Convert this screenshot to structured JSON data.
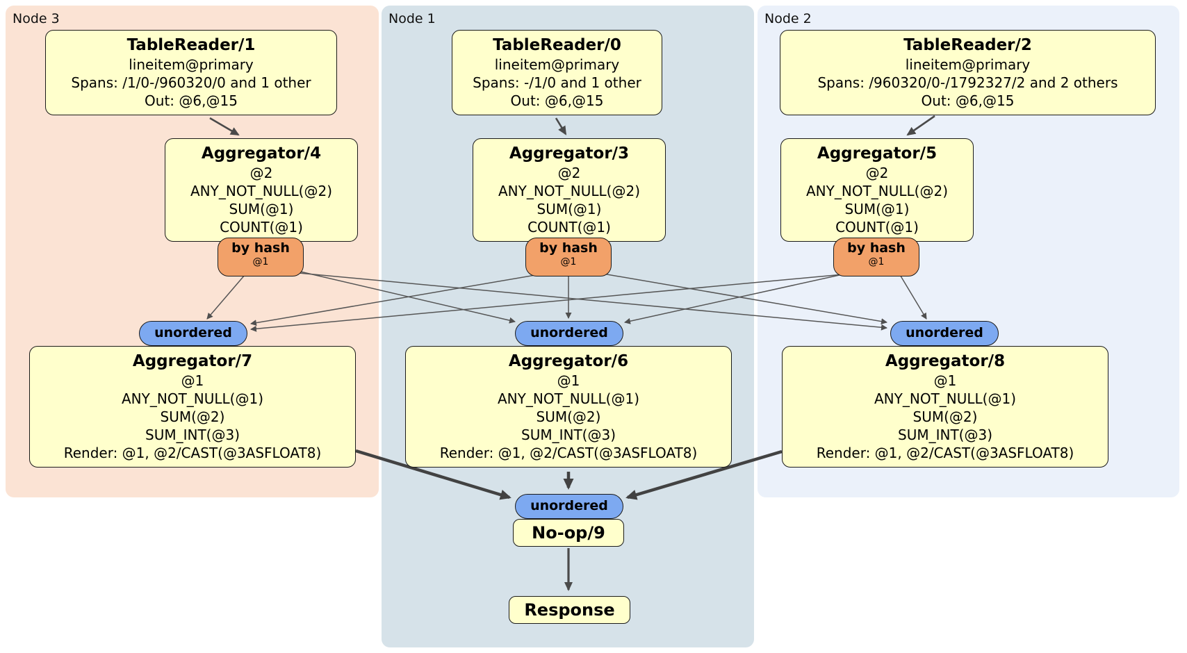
{
  "colors": {
    "processor_fill": "#ffffcc",
    "router_fill": "#f2a169",
    "sync_fill": "#7da9f1",
    "node3_region_fill": "#fbe3d4",
    "node1_region_fill": "#d6e2e9",
    "node2_region_fill": "#ebf1fa",
    "edge_color": "#4f4f4f"
  },
  "regions": {
    "node3": {
      "label": "Node 3"
    },
    "node1": {
      "label": "Node 1"
    },
    "node2": {
      "label": "Node 2"
    }
  },
  "processors": {
    "tr1": {
      "title": "TableReader/1",
      "lines": [
        "lineitem@primary",
        "Spans: /1/0-/960320/0 and 1 other",
        "Out: @6,@15"
      ]
    },
    "tr0": {
      "title": "TableReader/0",
      "lines": [
        "lineitem@primary",
        "Spans: -/1/0 and 1 other",
        "Out: @6,@15"
      ]
    },
    "tr2": {
      "title": "TableReader/2",
      "lines": [
        "lineitem@primary",
        "Spans: /960320/0-/1792327/2 and 2 others",
        "Out: @6,@15"
      ]
    },
    "agg4": {
      "title": "Aggregator/4",
      "lines": [
        "@2",
        "ANY_NOT_NULL(@2)",
        "SUM(@1)",
        "COUNT(@1)"
      ]
    },
    "agg3": {
      "title": "Aggregator/3",
      "lines": [
        "@2",
        "ANY_NOT_NULL(@2)",
        "SUM(@1)",
        "COUNT(@1)"
      ]
    },
    "agg5": {
      "title": "Aggregator/5",
      "lines": [
        "@2",
        "ANY_NOT_NULL(@2)",
        "SUM(@1)",
        "COUNT(@1)"
      ]
    },
    "agg7": {
      "title": "Aggregator/7",
      "lines": [
        "@1",
        "ANY_NOT_NULL(@1)",
        "SUM(@2)",
        "SUM_INT(@3)",
        "Render: @1, @2/CAST(@3ASFLOAT8)"
      ]
    },
    "agg6": {
      "title": "Aggregator/6",
      "lines": [
        "@1",
        "ANY_NOT_NULL(@1)",
        "SUM(@2)",
        "SUM_INT(@3)",
        "Render: @1, @2/CAST(@3ASFLOAT8)"
      ]
    },
    "agg8": {
      "title": "Aggregator/8",
      "lines": [
        "@1",
        "ANY_NOT_NULL(@1)",
        "SUM(@2)",
        "SUM_INT(@3)",
        "Render: @1, @2/CAST(@3ASFLOAT8)"
      ]
    },
    "noop9": {
      "title": "No-op/9"
    },
    "response": {
      "title": "Response"
    }
  },
  "routers": {
    "hash4": {
      "label": "by hash",
      "key": "@1"
    },
    "hash3": {
      "label": "by hash",
      "key": "@1"
    },
    "hash5": {
      "label": "by hash",
      "key": "@1"
    }
  },
  "syncs": {
    "u7": {
      "label": "unordered"
    },
    "u6": {
      "label": "unordered"
    },
    "u8": {
      "label": "unordered"
    },
    "u9": {
      "label": "unordered"
    }
  }
}
